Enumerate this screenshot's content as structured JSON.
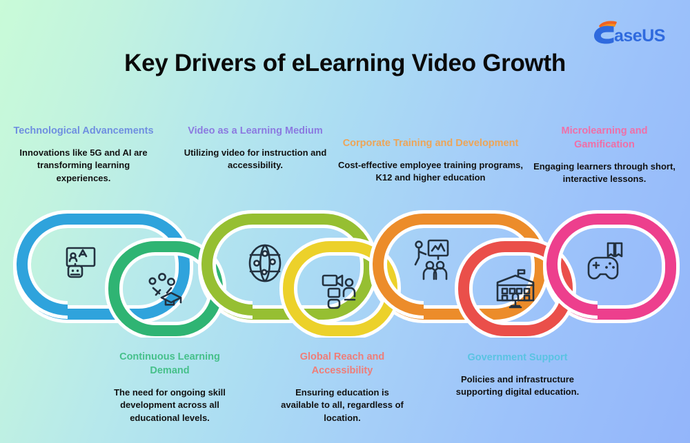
{
  "brand": {
    "name": "EaseUS",
    "logo_icon": "easeus-logo",
    "color_blue": "#2f6ade",
    "color_orange": "#f08a1e"
  },
  "header": {
    "title": "Key Drivers of eLearning Video Growth",
    "title_color": "#0a0a0a"
  },
  "background": {
    "gradient_from": "#c9fbd8",
    "gradient_to": "#93b5fa"
  },
  "drivers": [
    {
      "id": "technological-advancements",
      "heading": "Technological Advancements",
      "body": "Innovations like 5G and AI are transforming learning experiences.",
      "heading_color": "#6f8fe0",
      "link_color": "#2fa3dc",
      "icon": "ai-translate-robot-icon",
      "position": "top"
    },
    {
      "id": "continuous-learning-demand",
      "heading": "Continuous Learning Demand",
      "body": "The need for ongoing skill development across all educational levels.",
      "heading_color": "#46c08a",
      "link_color": "#2fb473",
      "icon": "people-graduation-cap-icon",
      "position": "bottom"
    },
    {
      "id": "video-as-a-learning-medium",
      "heading": "Video as a Learning Medium",
      "body": "Utilizing video for instruction and accessibility.",
      "heading_color": "#8b7ae0",
      "link_color": "#96bf32",
      "icon": "globe-network-icon",
      "position": "top"
    },
    {
      "id": "global-reach-and-accessibility",
      "heading": "Global Reach and Accessibility",
      "body": "Ensuring education is available to all, regardless of location.",
      "heading_color": "#ef7d78",
      "link_color": "#ecd12a",
      "icon": "video-camera-learner-icon",
      "position": "bottom"
    },
    {
      "id": "corporate-training-and-development",
      "heading": "Corporate Training and Development",
      "body": "Cost-effective employee training programs, K12 and higher education",
      "heading_color": "#eda558",
      "link_color": "#ec8c2a",
      "icon": "trainer-presentation-icon",
      "position": "top"
    },
    {
      "id": "government-support",
      "heading": "Government Support",
      "body": "Policies and infrastructure supporting digital education.",
      "heading_color": "#5ac3e2",
      "link_color": "#ea4f4a",
      "icon": "government-building-icon",
      "position": "bottom"
    },
    {
      "id": "microlearning-and-gamification",
      "heading": "Microlearning and Gamification",
      "body": "Engaging learners through short, interactive lessons.",
      "heading_color": "#ef6fa8",
      "link_color": "#ed3f8d",
      "icon": "game-controller-book-icon",
      "position": "top"
    }
  ]
}
